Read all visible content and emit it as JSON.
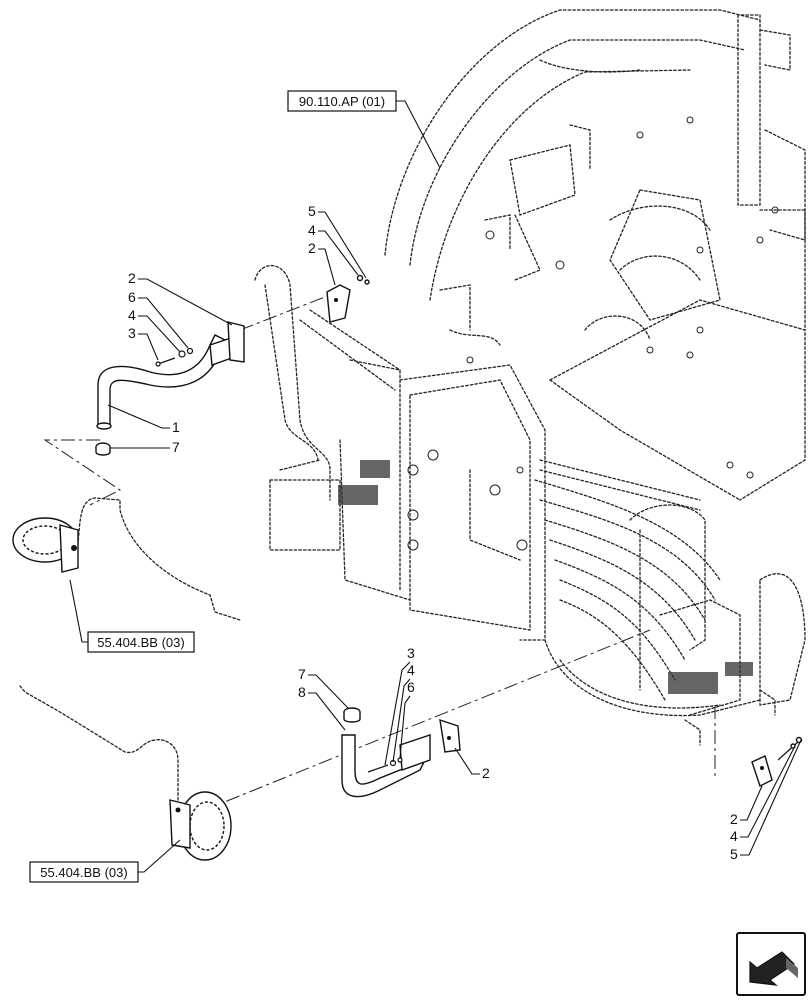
{
  "references": {
    "cab": "90.110.AP (01)",
    "light_left": "55.404.BB (03)",
    "light_lower": "55.404.BB (03)"
  },
  "callouts": {
    "upper_left": [
      "2",
      "6",
      "4",
      "3",
      "1",
      "7"
    ],
    "upper_middle": [
      "5",
      "4",
      "2"
    ],
    "lower_middle": [
      "7",
      "8",
      "3",
      "4",
      "6",
      "2"
    ],
    "lower_right": [
      "2",
      "4",
      "5"
    ]
  },
  "nav_icon": "arrow-left-down-icon"
}
